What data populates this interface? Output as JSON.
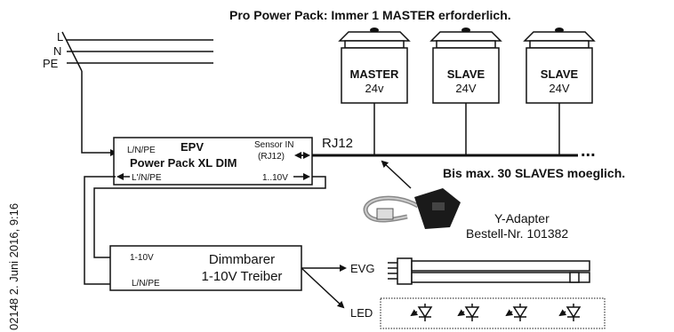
{
  "title": "Pro Power Pack: Immer 1 MASTER erforderlich.",
  "mains": {
    "l": "L",
    "n": "N",
    "pe": "PE"
  },
  "lamps": [
    {
      "role": "MASTER",
      "voltage": "24v"
    },
    {
      "role": "SLAVE",
      "voltage": "24V"
    },
    {
      "role": "SLAVE",
      "voltage": "24V"
    }
  ],
  "bus": {
    "label": "RJ12",
    "dots": "...",
    "note": "Bis max. 30 SLAVES moeglich."
  },
  "epv": {
    "in_label": "L/N/PE",
    "name": "EPV",
    "title": "Power Pack XL DIM",
    "sensor_label": "Sensor IN",
    "sensor_sub": "(RJ12)",
    "out_label": "L'/N/PE",
    "dim_label": "1..10V"
  },
  "adapter": {
    "name": "Y-Adapter",
    "order": "Bestell-Nr. 101382"
  },
  "driver": {
    "in1": "1-10V",
    "in2": "L/N/PE",
    "title1": "Dimmbarer",
    "title2": "1-10V Treiber"
  },
  "outputs": {
    "evg": "EVG",
    "led": "LED"
  },
  "side_stamp": "02148  2. Juni 2016, 9:16"
}
